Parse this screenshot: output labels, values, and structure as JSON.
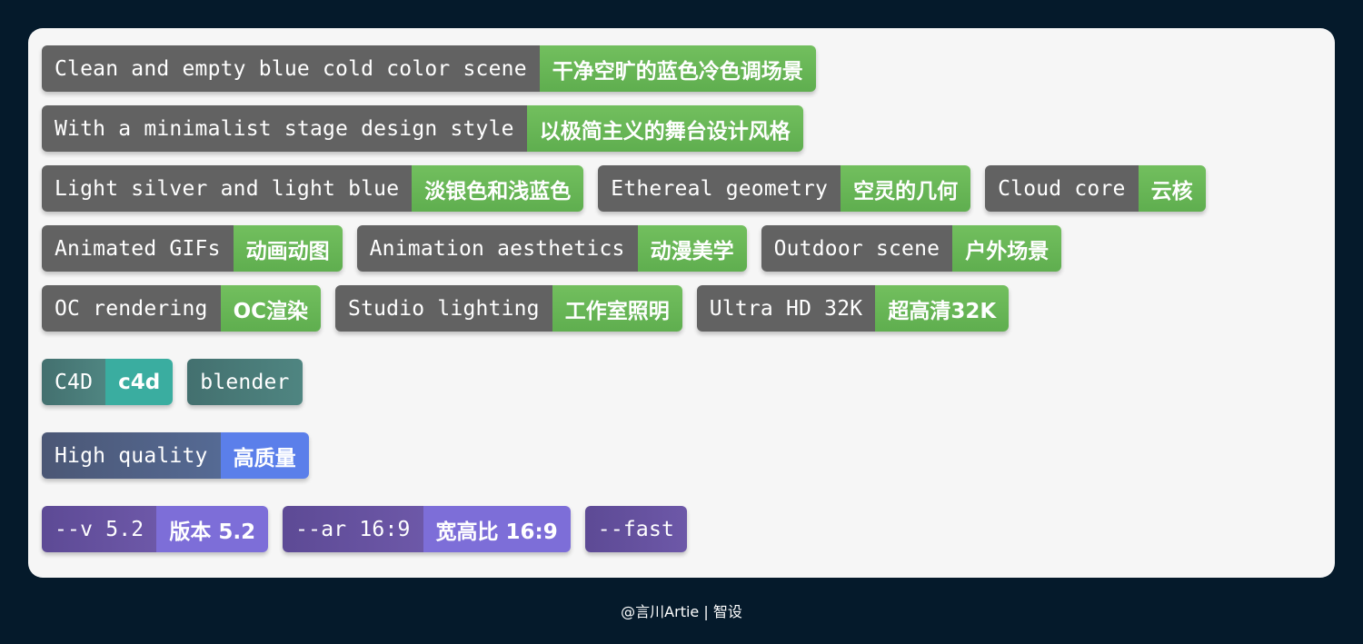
{
  "colors": {
    "background": "#051a2b",
    "panel": "#f6f6f6",
    "tag_grey": "#626262",
    "tag_green": "#6ab858",
    "tag_teal": "#3aada0",
    "tag_blue": "#5b7fea",
    "tag_purple": "#7d6ed8"
  },
  "rows": [
    [
      {
        "en": "Clean and empty blue cold color scene",
        "zh": "干净空旷的蓝色冷色调场景"
      }
    ],
    [
      {
        "en": "With a minimalist stage design style",
        "zh": "以极简主义的舞台设计风格"
      }
    ],
    [
      {
        "en": "Light silver and light blue",
        "zh": "淡银色和浅蓝色"
      },
      {
        "en": "Ethereal geometry",
        "zh": "空灵的几何"
      },
      {
        "en": "Cloud core",
        "zh": "云核"
      }
    ],
    [
      {
        "en": "Animated GIFs",
        "zh": "动画动图"
      },
      {
        "en": "Animation aesthetics",
        "zh": "动漫美学"
      },
      {
        "en": "Outdoor scene",
        "zh": "户外场景"
      }
    ],
    [
      {
        "en": "OC rendering",
        "zh": "OC渲染"
      },
      {
        "en": "Studio lighting",
        "zh": "工作室照明"
      },
      {
        "en": "Ultra HD 32K",
        "zh": "超高清32K"
      }
    ],
    [
      {
        "en": "C4D",
        "zh": "c4d"
      },
      {
        "en": "blender"
      }
    ],
    [
      {
        "en": "High quality",
        "zh": "高质量"
      }
    ],
    [
      {
        "en": "--v 5.2",
        "zh": "版本 5.2"
      },
      {
        "en": "--ar 16:9",
        "zh": "宽高比 16:9"
      },
      {
        "en": "--fast"
      }
    ]
  ],
  "footer": "@言川Artie | 智设"
}
